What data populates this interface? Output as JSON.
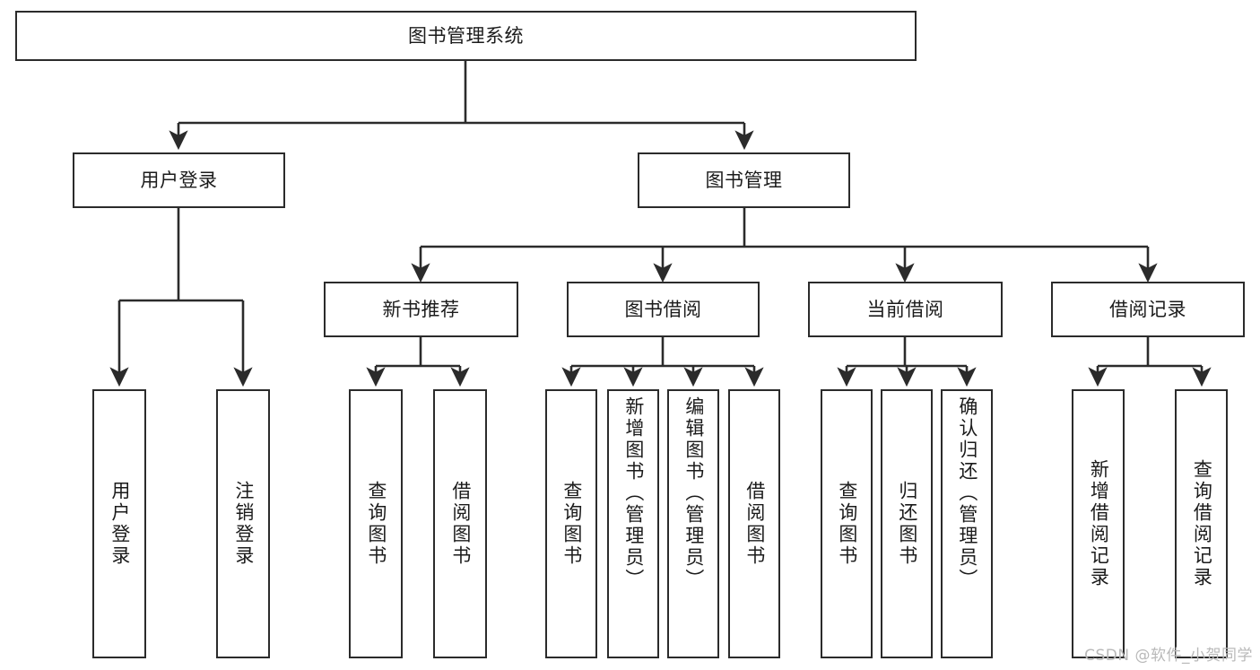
{
  "diagram": {
    "title": "图书管理系统",
    "type": "tree-hierarchy",
    "watermark": "CSDN @软件_小贺同学",
    "colors": {
      "stroke": "#2b2b2b",
      "fill": "#ffffff",
      "text": "#1b1b1b",
      "watermark": "#b9b9b9"
    },
    "levels": {
      "root": "图书管理系统",
      "level2": [
        "用户登录",
        "图书管理"
      ],
      "level3": [
        "新书推荐",
        "图书借阅",
        "当前借阅",
        "借阅记录"
      ]
    },
    "nodes": {
      "root": {
        "label": "图书管理系统"
      },
      "user_login": {
        "label": "用户登录"
      },
      "book_manage": {
        "label": "图书管理"
      },
      "new_book_rec": {
        "label": "新书推荐"
      },
      "book_borrow": {
        "label": "图书借阅"
      },
      "current_borrow": {
        "label": "当前借阅"
      },
      "borrow_record": {
        "label": "借阅记录"
      },
      "leaf_user_login": {
        "label": "用户登录"
      },
      "leaf_logout": {
        "label": "注销登录"
      },
      "leaf_query_book_1": {
        "label": "查询图书"
      },
      "leaf_borrow_book_1": {
        "label": "借阅图书"
      },
      "leaf_query_book_2": {
        "label": "查询图书"
      },
      "leaf_add_book": {
        "label": "新增图书（管理员）"
      },
      "leaf_edit_book": {
        "label": "编辑图书（管理员）"
      },
      "leaf_borrow_book_2": {
        "label": "借阅图书"
      },
      "leaf_query_book_3": {
        "label": "查询图书"
      },
      "leaf_return_book": {
        "label": "归还图书"
      },
      "leaf_confirm_return": {
        "label": "确认归还（管理员）"
      },
      "leaf_add_record": {
        "label": "新增借阅记录"
      },
      "leaf_query_record": {
        "label": "查询借阅记录"
      }
    }
  }
}
